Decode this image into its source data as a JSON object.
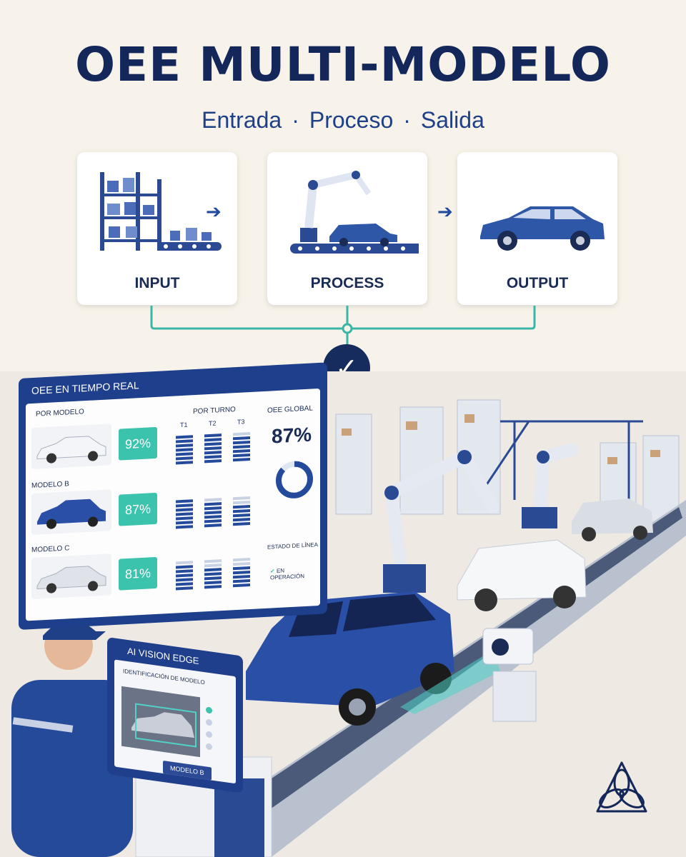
{
  "header": {
    "title": "OEE MULTI-MODELO",
    "subtitle_parts": [
      "Entrada",
      "Proceso",
      "Salida"
    ],
    "separator": "·"
  },
  "flow": {
    "cards": [
      {
        "label": "INPUT",
        "icon": "warehouse-shelf-icon"
      },
      {
        "label": "PROCESS",
        "icon": "robot-arm-icon"
      },
      {
        "label": "OUTPUT",
        "icon": "car-icon"
      }
    ],
    "arrow_icon": "arrow-right-icon",
    "check_icon": "checkmark-icon"
  },
  "dashboard": {
    "title": "OEE EN TIEMPO REAL",
    "by_model_label": "POR MODELO",
    "models": [
      {
        "name": "",
        "pct": "92%"
      },
      {
        "name": "MODELO B",
        "pct": "87%"
      },
      {
        "name": "MODELO C",
        "pct": "81%"
      }
    ],
    "by_shift_label": "POR TURNO",
    "shifts": [
      "T1",
      "T2",
      "T3"
    ],
    "global_label": "OEE GLOBAL",
    "global_value": "87%",
    "global_fraction": 0.87,
    "line_status_label": "ESTADO DE LÍNEA",
    "line_status": "EN OPERACIÓN"
  },
  "kiosk": {
    "title": "AI VISION EDGE",
    "subtitle": "IDENTIFICACIÓN DE MODELO",
    "detected_model": "MODELO B"
  },
  "colors": {
    "navy": "#14275a",
    "blue": "#1f4aa0",
    "teal": "#3cc3ad",
    "background": "#f7f3ea"
  }
}
